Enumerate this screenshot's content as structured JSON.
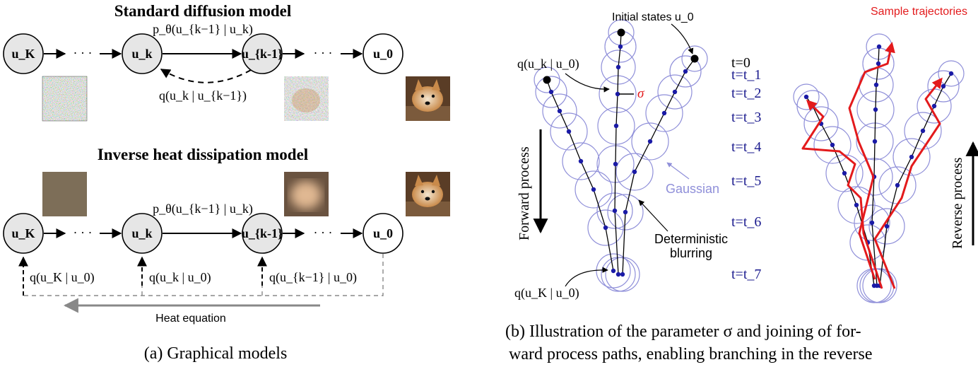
{
  "left": {
    "standard_title": "Standard diffusion model",
    "inverse_title": "Inverse heat dissipation model",
    "node_labels": [
      "u_K",
      "u_k",
      "u_{k-1}",
      "u_0"
    ],
    "dots": "· · ·",
    "std_p_label": "p_θ(u_{k−1} | u_k)",
    "std_q_label": "q(u_k | u_{k−1})",
    "inv_p_label": "p_θ(u_{k−1} | u_k)",
    "inv_q_labels": [
      "q(u_K | u_0)",
      "q(u_k | u_0)",
      "q(u_{k−1} | u_0)"
    ],
    "heat_label": "Heat equation",
    "caption": "(a) Graphical models"
  },
  "right": {
    "initial_states": "Initial states u_0",
    "sample_trajectories": "Sample trajectories",
    "q_uk_u0": "q(u_k | u_0)",
    "q_uK_u0": "q(u_K | u_0)",
    "sigma": "σ",
    "forward_process": "Forward process",
    "reverse_process": "Reverse process",
    "gaussian": "Gaussian",
    "deterministic": "Deterministic",
    "blurring": "blurring",
    "times": [
      "t=0",
      "t=t_1",
      "t=t_2",
      "t=t_3",
      "t=t_4",
      "t=t_5",
      "t=t_6",
      "t=t_7"
    ],
    "caption_line1": "(b) Illustration of the parameter σ and joining of for-",
    "caption_line2": "ward process paths, enabling branching in the reverse"
  },
  "colors": {
    "node_fill": "#e6e6e6",
    "circle_stroke": "#8f8fd9",
    "dot_fill": "#1a1aa6",
    "trajectory": "#e31a1c",
    "time_text": "#1a1a8e",
    "heat_arrow": "#888888"
  }
}
